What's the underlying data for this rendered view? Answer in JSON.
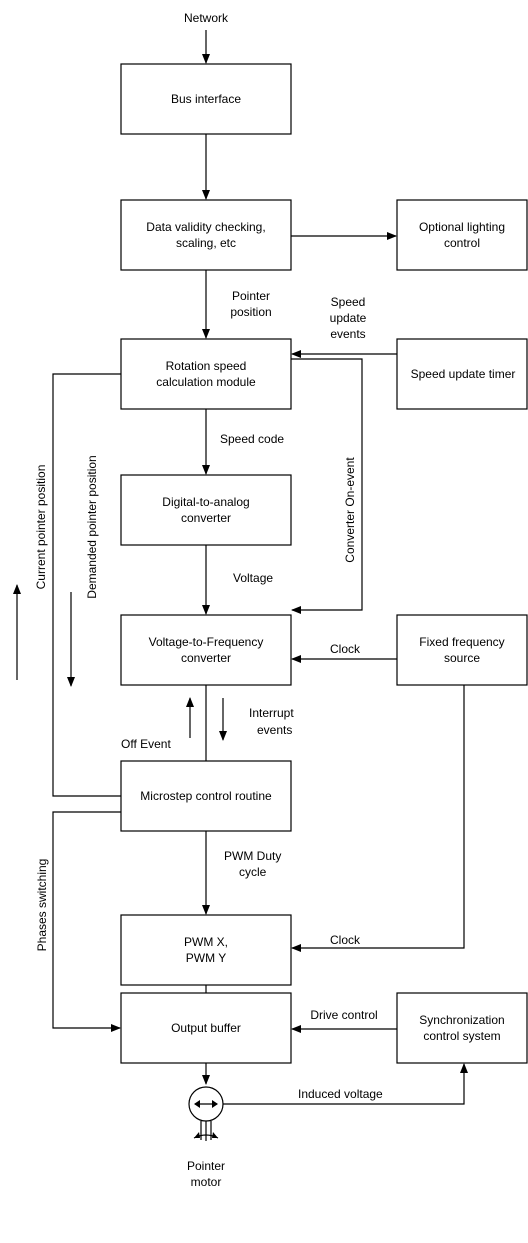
{
  "diagram": {
    "network_label": "Network",
    "boxes": {
      "bus_interface": "Bus interface",
      "data_validity": [
        "Data validity checking,",
        "scaling, etc"
      ],
      "optional_lighting": [
        "Optional lighting",
        "control"
      ],
      "rotation_speed": [
        "Rotation speed",
        "calculation module"
      ],
      "speed_update_timer": "Speed update timer",
      "dac": [
        "Digital-to-analog",
        "converter"
      ],
      "vfc": [
        "Voltage-to-Frequency",
        "converter"
      ],
      "fixed_frequency": [
        "Fixed frequency",
        "source"
      ],
      "microstep": "Microstep control routine",
      "pwm": [
        "PWM X,",
        "PWM Y"
      ],
      "output_buffer": "Output buffer",
      "sync_control": [
        "Synchronization",
        "control system"
      ]
    },
    "labels": {
      "pointer_position": [
        "Pointer",
        "position"
      ],
      "speed_update_events": [
        "Speed",
        "update",
        "events"
      ],
      "speed_code": "Speed code",
      "converter_on_event": "Converter On-event",
      "voltage": "Voltage",
      "clock_vfc": "Clock",
      "current_pointer_position": "Current pointer position",
      "demanded_pointer_position": "Demanded pointer position",
      "off_event": "Off Event",
      "interrupt_events": [
        "Interrupt",
        "events"
      ],
      "pwm_duty_cycle": [
        "PWM Duty",
        "cycle"
      ],
      "clock_pwm": "Clock",
      "phases_switching": "Phases switching",
      "drive_control": "Drive control",
      "induced_voltage": "Induced voltage",
      "pointer_motor": [
        "Pointer",
        "motor"
      ]
    }
  }
}
